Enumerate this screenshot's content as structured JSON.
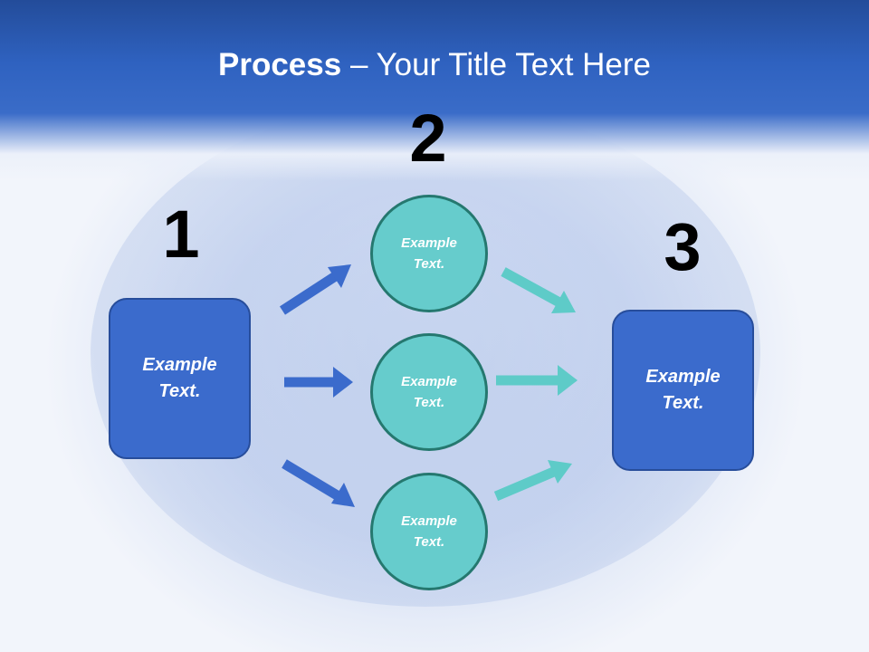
{
  "slide": {
    "title_bold": "Process",
    "title_rest": " – Your Title Text Here",
    "steps": [
      {
        "number": "1",
        "text": "Example Text."
      },
      {
        "number": "2",
        "items": [
          "Example Text.",
          "Example Text.",
          "Example Text."
        ]
      },
      {
        "number": "3",
        "text": "Example Text."
      }
    ]
  },
  "colors": {
    "header": "#2f62c0",
    "box": "#3b6bcc",
    "circle": "#66cccc",
    "arrow_blue": "#3b6bcc",
    "arrow_teal": "#5ecbc8"
  }
}
